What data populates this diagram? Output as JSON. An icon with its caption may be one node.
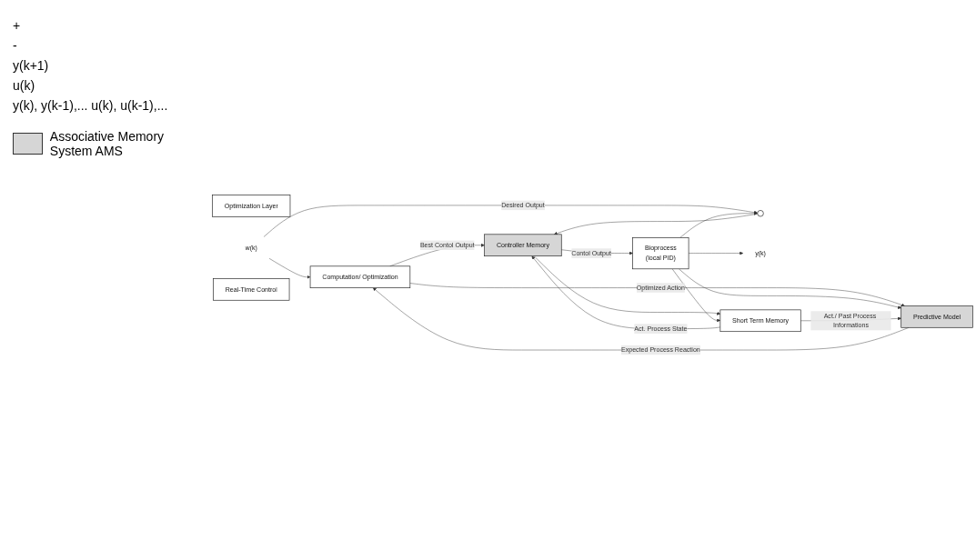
{
  "diagram": {
    "nodes": [
      {
        "text": [
          "Optimization Layer"
        ]
      },
      {
        "text": [
          "Computation/ Optimization"
        ]
      },
      {
        "text": [
          "Predictive Model"
        ]
      },
      {
        "text": [
          "w(k)"
        ]
      },
      {
        "text": [],
        "shape": "circle"
      },
      {
        "text": [
          "Controller Memory"
        ]
      },
      {
        "text": [
          "Bioprocess",
          "(local PID)"
        ]
      },
      {
        "text": [
          "y(k)"
        ]
      },
      {
        "text": [
          "Short Term Memory"
        ]
      },
      {
        "text": [
          "Real-Time Control"
        ]
      }
    ],
    "edges": [
      {
        "from": 3,
        "to": 4,
        "arrow": "to",
        "label": "Desired Output"
      },
      {
        "from": 3,
        "to": 1,
        "arrow": "to"
      },
      {
        "from": 4,
        "to": 5,
        "arrow": "to"
      },
      {
        "from": 1,
        "to": 5,
        "arrow": "to",
        "label": "Best Contol Output"
      },
      {
        "from": 1,
        "to": 2,
        "arrow": "to",
        "label": "Optimized Action"
      },
      {
        "from": 2,
        "to": 1,
        "arrow": "to",
        "label": "Expected Process Reaction"
      },
      {
        "from": 5,
        "to": 6,
        "arrow": "to",
        "label": "Contol Output"
      },
      {
        "from": 5,
        "to": 8,
        "arrow": "to"
      },
      {
        "from": 6,
        "to": 7,
        "arrow": "to"
      },
      {
        "from": 6,
        "to": 2,
        "arrow": "to"
      },
      {
        "from": 6,
        "to": 8,
        "arrow": "to"
      },
      {
        "from": 6,
        "to": 4,
        "arrow": "to"
      },
      {
        "from": 8,
        "to": 2,
        "arrow": "to",
        "label": "Act./ Past Process Informations"
      },
      {
        "from": 8,
        "to": 5,
        "arrow": "to",
        "label": "Act. Process State"
      }
    ],
    "labels": [
      "+",
      "-",
      "y(k+1)",
      "u(k)",
      "y(k), y(k-1),... u(k), u(k-1),..."
    ],
    "legend": [
      {
        "text": "Associative Memory System AMS",
        "color": "#d6d6d6"
      }
    ]
  }
}
